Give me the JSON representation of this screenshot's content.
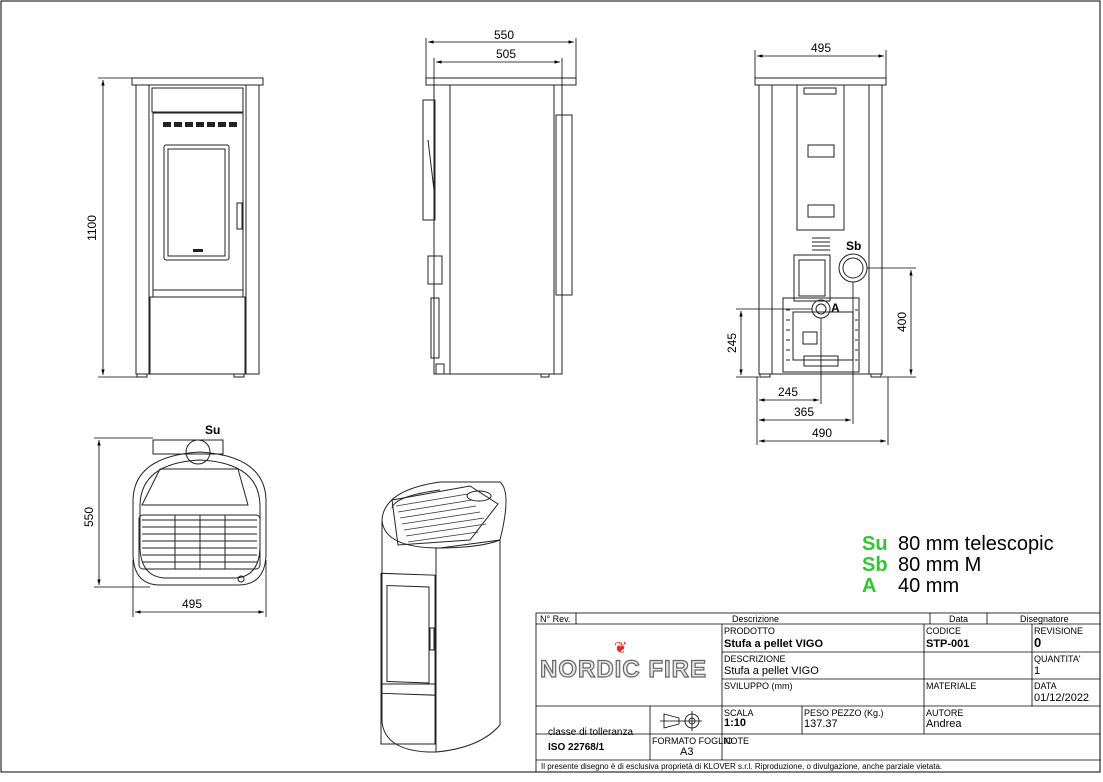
{
  "dimensions": {
    "front_height": "1100",
    "side_width_total": "550",
    "side_width_body": "505",
    "rear_width": "495",
    "rear_flue_height": "400",
    "rear_inlet_height": "245",
    "rear_inlet_x": "245",
    "rear_flue_x": "365",
    "rear_base_width": "490",
    "top_depth": "550",
    "top_width": "495"
  },
  "labels": {
    "su": "Su",
    "sb": "Sb",
    "a": "A"
  },
  "legend": [
    {
      "code": "Su",
      "desc": "80 mm telescopic"
    },
    {
      "code": "Sb",
      "desc": "80 mm M"
    },
    {
      "code": "A",
      "desc": "40 mm"
    }
  ],
  "titleblock": {
    "rev_header": "N° Rev.",
    "descr_header": "Descrizione",
    "data_header": "Data",
    "designer_header": "Disegnatore",
    "prodotto_label": "PRODOTTO",
    "prodotto_value": "Stufa a pellet VIGO",
    "codice_label": "CODICE",
    "codice_value": "STP-001",
    "revisione_label": "REVISIONE",
    "revisione_value": "0",
    "descrizione_label": "DESCRIZIONE",
    "descrizione_value": "Stufa a pellet VIGO",
    "quantita_label": "QUANTITA'",
    "quantita_value": "1",
    "sviluppo_label": "SVILUPPO (mm)",
    "materiale_label": "MATERIALE",
    "data_label": "DATA",
    "data_value": "01/12/2022",
    "scala_label": "SCALA",
    "scala_value": "1:10",
    "peso_label": "PESO PEZZO (Kg.)",
    "peso_value": "137.37",
    "autore_label": "AUTORE",
    "autore_value": "Andrea",
    "tolleranza_label": "classe di tolleranza",
    "tolleranza_value": "ISO 22768/1",
    "formato_label": "FORMATO FOGLIO",
    "formato_value": "A3",
    "note_label": "NOTE",
    "footer": "Il presente disegno è di esclusiva proprietà di KLOVER s.r.l. Riproduzione, o divulgazione, anche parziale vietata.",
    "logo": "NORDIC FIRE"
  }
}
